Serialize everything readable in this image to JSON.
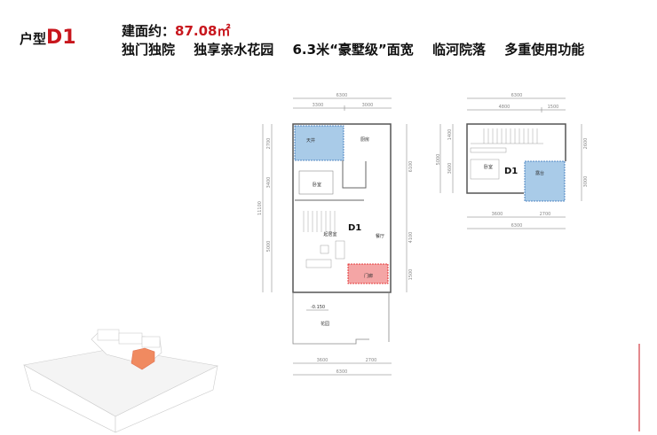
{
  "header": {
    "unit_prefix": "户型",
    "unit_code": "D1",
    "area_label": "建面约：",
    "area_value": "87.08㎡",
    "features": [
      "独门独院",
      "独享亲水花园",
      "6.3米“豪墅级”面宽",
      "临河院落",
      "多重使用功能"
    ]
  },
  "colors": {
    "accent": "#c8161d",
    "blue_area": "#a9cbe8",
    "red_area": "#f4a5a5",
    "model_highlight": "#f08a60"
  },
  "ground_floor": {
    "label": "D1",
    "rooms": {
      "light_well": "天井",
      "kitchen": "厨房",
      "bedroom": "卧室",
      "living": "起居室",
      "dining": "餐厅",
      "porch": "门廊",
      "garden": "花园"
    },
    "elevation": "-0.150",
    "dims_top": {
      "total": "6300",
      "left": "3300",
      "right": "3000"
    },
    "dims_left": {
      "total": "11100",
      "a": "2700",
      "b": "3400",
      "c": "5000"
    },
    "dims_right": {
      "a": "6100",
      "b": "4100",
      "c": "1500"
    },
    "dims_bottom": {
      "total": "6300",
      "left": "3600",
      "right": "2700"
    }
  },
  "upper_floor": {
    "label": "D1",
    "rooms": {
      "bedroom": "卧室",
      "terrace": "露台"
    },
    "dims_top": {
      "total": "6300",
      "left": "4800",
      "right": "1500"
    },
    "dims_left": {
      "total": "5000",
      "a": "1400",
      "b": "3600"
    },
    "dims_right": {
      "a": "2600",
      "b": "3000"
    },
    "dims_bottom": {
      "total": "6300",
      "left": "3600",
      "right": "2700"
    }
  }
}
